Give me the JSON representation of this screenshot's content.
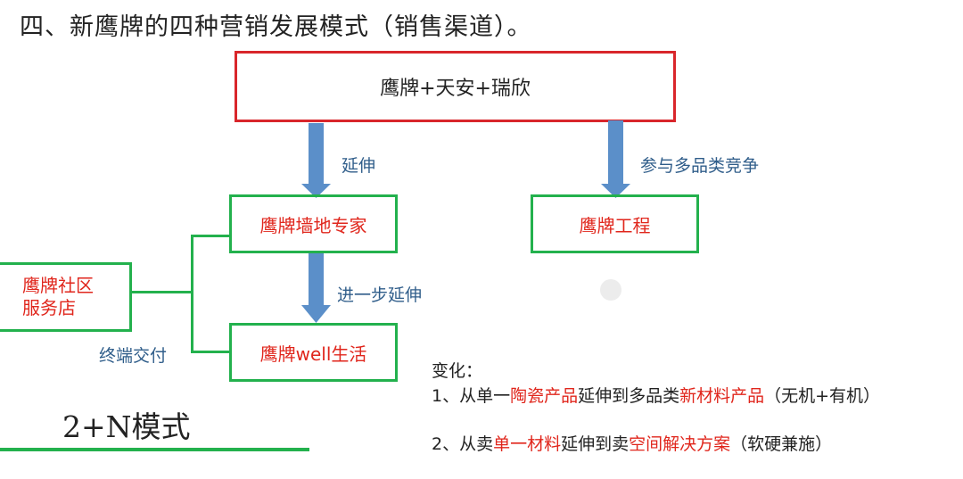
{
  "heading": "四、新鹰牌的四种营销发展模式（销售渠道）。",
  "top_box": "鹰牌+天安+瑞欣",
  "arrow_left_label": "延伸",
  "arrow_right_label": "参与多品类竞争",
  "box_wall_expert": "鹰牌墙地专家",
  "box_engineering": "鹰牌工程",
  "arrow_mid_label": "进一步延伸",
  "box_community_line1": "鹰牌社区",
  "box_community_line2": "服务店",
  "box_well_life": "鹰牌well生活",
  "delivery_label": "终端交付",
  "mode_label": "2+N模式",
  "changes": {
    "title": "变化：",
    "item1": {
      "p1": "1、从单一",
      "h1": "陶瓷产品",
      "p2": "延伸到多品类",
      "h2": "新材料产品",
      "p3": "（无机+有机）"
    },
    "item2": {
      "p1": "2、从卖",
      "h1": "单一材料",
      "p2": "延伸到卖",
      "h2": "空间解决方案",
      "p3": "（软硬兼施）"
    }
  },
  "colors": {
    "red_border": "#d9262b",
    "green_border": "#23b14d",
    "arrow_blue": "#5b8fc9",
    "highlight_red": "#e0261c",
    "label_blue": "#2f5d8a"
  }
}
